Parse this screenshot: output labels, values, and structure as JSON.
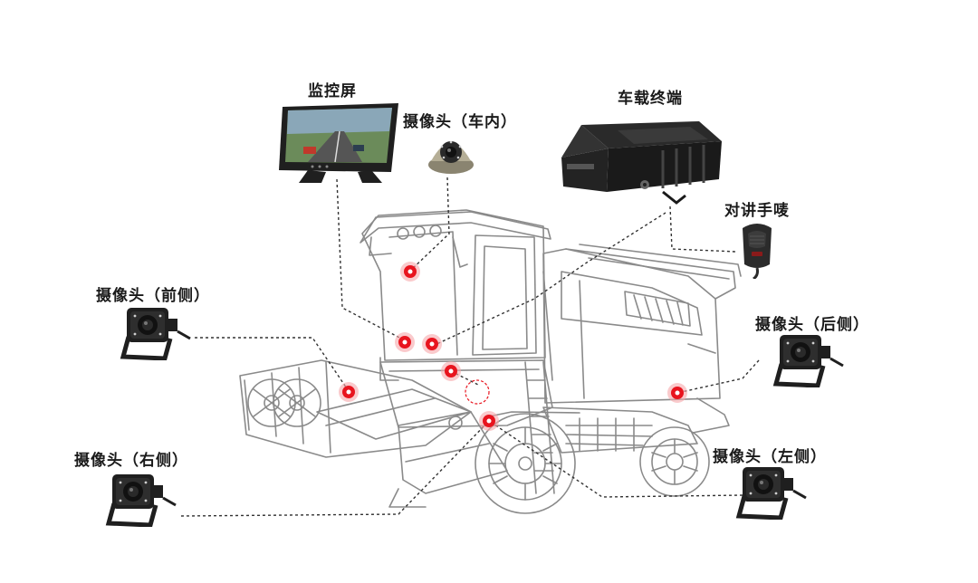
{
  "labels": {
    "monitor": "监控屏",
    "cam_inside": "摄像头（车内）",
    "terminal": "车载终端",
    "intercom": "对讲手唛",
    "cam_front": "摄像头（前侧）",
    "cam_rear": "摄像头（后侧）",
    "cam_right": "摄像头（右侧）",
    "cam_left": "摄像头（左侧）"
  },
  "colors": {
    "marker": "#e8141e",
    "marker_halo": "#f6a7aa",
    "line": "#333333",
    "vehicle_stroke": "#8a8a8a",
    "device_dark": "#1f1f1f"
  },
  "icons": {
    "monitor": "monitor-icon",
    "dome_camera": "dome-camera-icon",
    "terminal": "mdvr-terminal-icon",
    "intercom": "handheld-mic-icon",
    "box_camera": "box-camera-icon"
  }
}
